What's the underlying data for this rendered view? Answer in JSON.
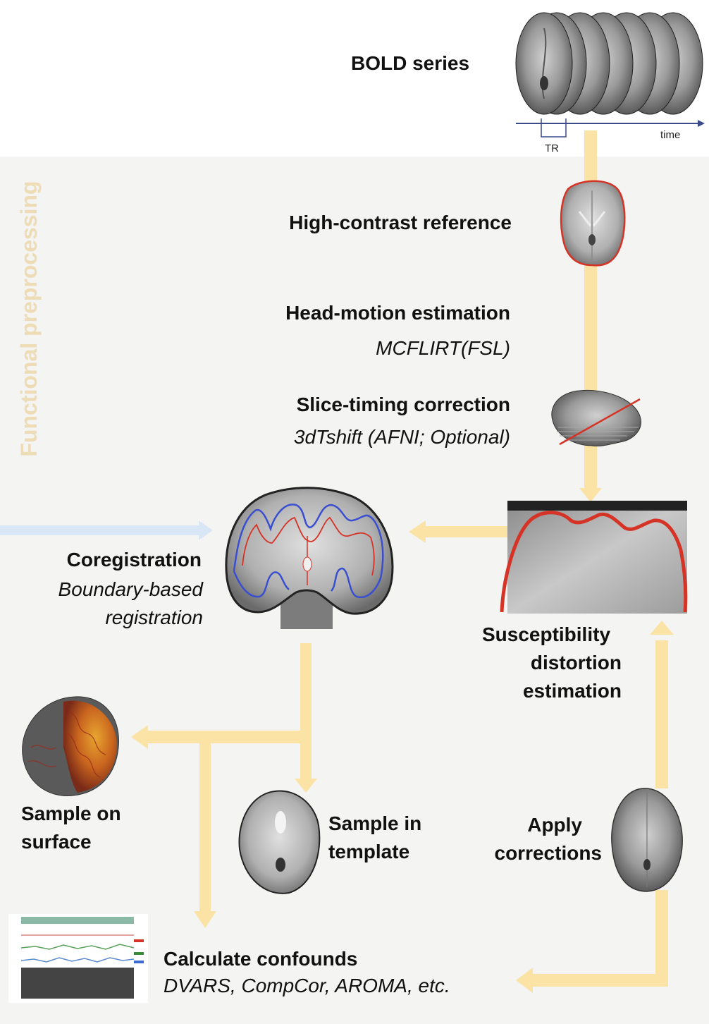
{
  "side_title": "Functional preprocessing",
  "bold": {
    "title": "BOLD series",
    "tr_label": "TR",
    "time_label": "time"
  },
  "steps": {
    "reference": "High-contrast reference",
    "hmc": {
      "title": "Head-motion estimation",
      "tool": "MCFLIRT(FSL)"
    },
    "stc": {
      "title": "Slice-timing correction",
      "tool": "3dTshift (AFNI; Optional)"
    },
    "coreg": {
      "title": "Coregistration",
      "tool_line1": "Boundary-based",
      "tool_line2": "registration"
    },
    "sdc": {
      "line1": "Susceptibility",
      "line2": "distortion",
      "line3": "estimation"
    },
    "surface": {
      "line1": "Sample on",
      "line2": "surface"
    },
    "template": {
      "line1": "Sample in",
      "line2": "template"
    },
    "apply": {
      "line1": "Apply",
      "line2": "corrections"
    },
    "confounds": {
      "title": "Calculate confounds",
      "tools": "DVARS, CompCor, AROMA, etc."
    }
  },
  "colors": {
    "arrow": "#fbe3a6",
    "arrow_in": "#d9e6f5",
    "outline_red": "#d63327",
    "outline_blue": "#3a4fd0",
    "panel": "#f4f4f2"
  }
}
